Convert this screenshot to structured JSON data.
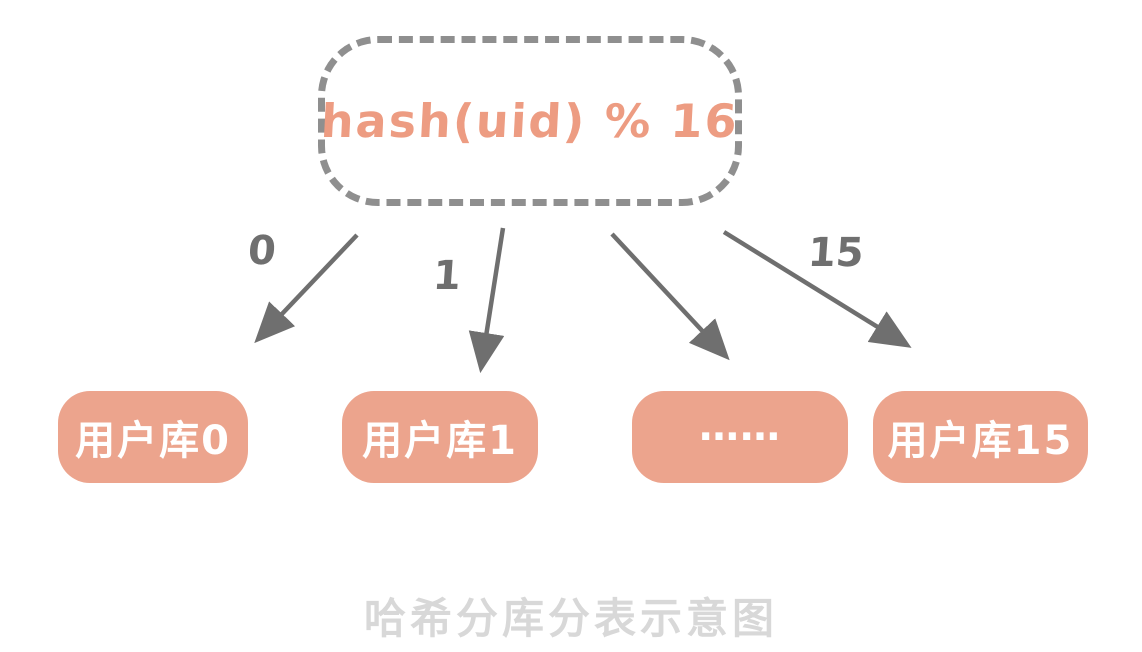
{
  "diagram": {
    "hash_node": {
      "label": "hash(uid) % 16"
    },
    "arrows": [
      {
        "label": "0"
      },
      {
        "label": "1"
      },
      {
        "label": ""
      },
      {
        "label": "15"
      }
    ],
    "shards": [
      {
        "label": "用户库0"
      },
      {
        "label": "用户库1"
      },
      {
        "label": "……"
      },
      {
        "label": "用户库15"
      }
    ],
    "caption": "哈希分库分表示意图",
    "colors": {
      "node_fill": "#ECA48D",
      "hash_text": "#ED9C82",
      "dashed_border": "#8F8F8F",
      "arrow_gray": "#6F6F6F",
      "caption_gray": "#D8D8D8",
      "shard_text": "#FFFFFF",
      "background": "#FFFFFF"
    }
  }
}
